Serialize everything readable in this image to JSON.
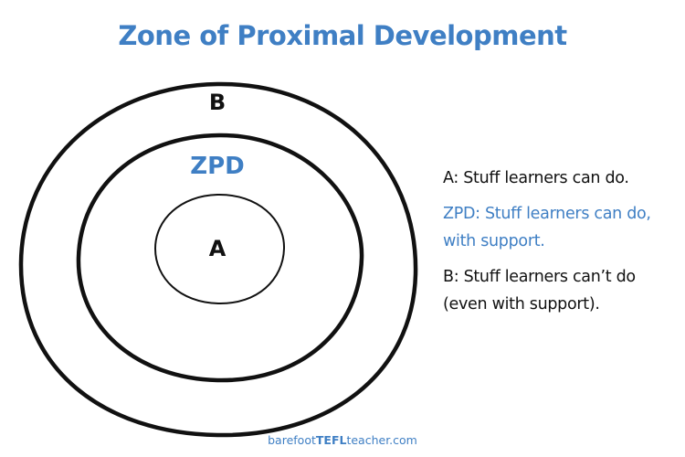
{
  "title": "Zone of Proximal Development",
  "rings": {
    "outer_label": "B",
    "middle_label": "ZPD",
    "inner_label": "A"
  },
  "legend": {
    "a": "A: Stuff learners can do.",
    "zpd": "ZPD: Stuff learners can do, with support.",
    "b": "B: Stuff learners can’t do (even with support)."
  },
  "footer": {
    "prefix": "barefoot",
    "brand": "TEFL",
    "suffix": "teacher.com"
  },
  "colors": {
    "accent": "#3f7fc4",
    "ink": "#111111",
    "background": "#ffffff"
  }
}
